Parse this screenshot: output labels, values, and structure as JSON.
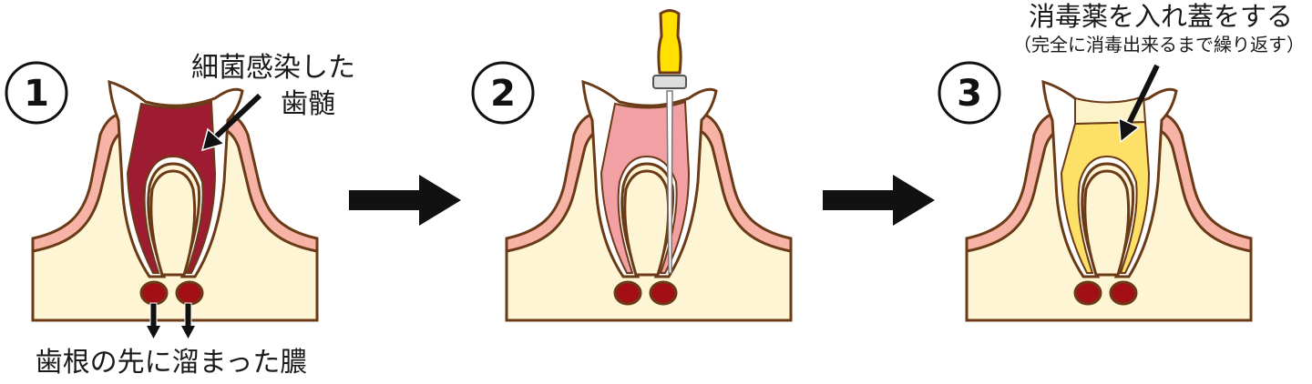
{
  "steps": [
    {
      "number": "1",
      "pulp_color": "#9e1c31",
      "label_line1": "細菌感染した",
      "label_line2": "歯髄",
      "bottom_label": "歯根の先に溜まった膿"
    },
    {
      "number": "2",
      "pulp_color": "#f2a0a3"
    },
    {
      "number": "3",
      "pulp_color": "#fde068",
      "cap_color": "#fdf3c8",
      "label_line1": "消毒薬を入れ蓋をする",
      "label_line2": "（完全に消毒出来るまで繰り返す）"
    }
  ],
  "colors": {
    "outline": "#6b3a17",
    "bone": "#fdf5d4",
    "gum": "#f6b3a6",
    "abscess": "#a30f14",
    "handle": "#ffe000"
  },
  "icons": [
    "right-arrow-icon",
    "pointer-arrow-icon",
    "down-arrow-icon"
  ]
}
